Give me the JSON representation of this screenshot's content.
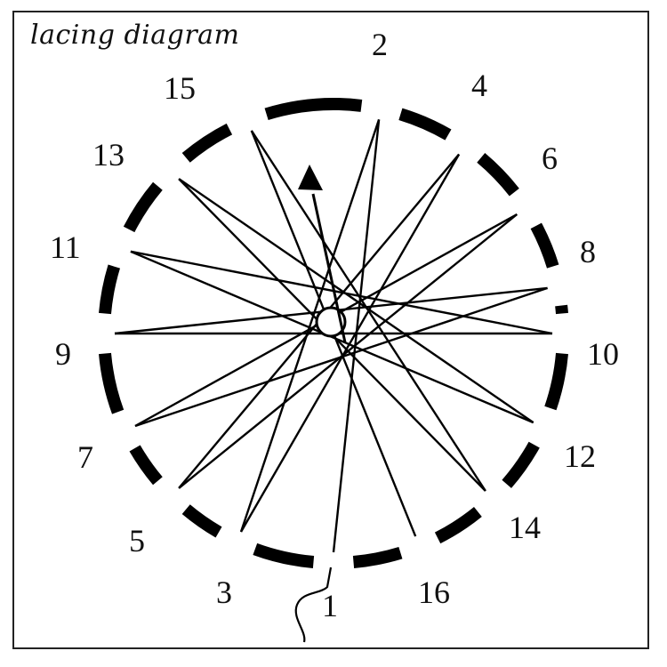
{
  "title": "lacing diagram",
  "hole_numbers": [
    "1",
    "2",
    "3",
    "4",
    "5",
    "6",
    "7",
    "8",
    "9",
    "10",
    "11",
    "12",
    "13",
    "14",
    "15",
    "16"
  ]
}
